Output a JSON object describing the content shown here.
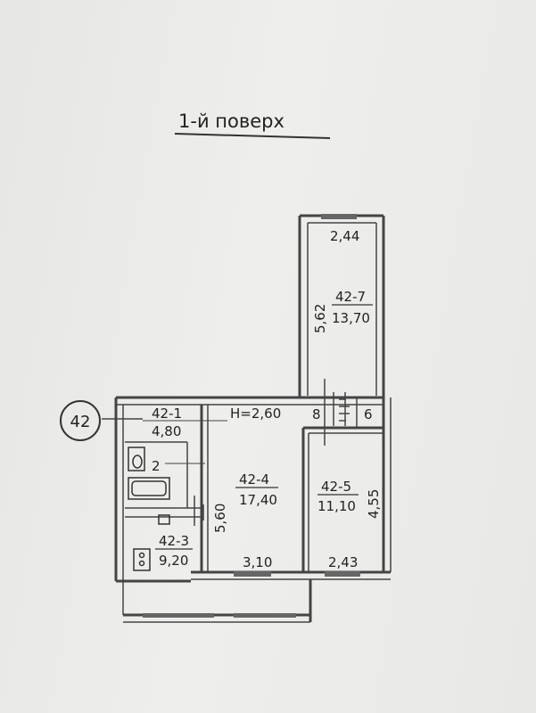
{
  "title": "1-й поверх",
  "apartment_number": "42",
  "height_label": "H=2,60",
  "rooms": [
    {
      "id": "42-7",
      "area": "13,70"
    },
    {
      "id": "42-1",
      "area": "4,80"
    },
    {
      "id": "42-4",
      "area": "17,40"
    },
    {
      "id": "42-5",
      "area": "11,10"
    },
    {
      "id": "42-3",
      "area": "9,20"
    }
  ],
  "room_2_label": "2",
  "dimensions": {
    "top_width": "2,44",
    "top_height": "5,62",
    "mid_height": "5,60",
    "right_height": "4,55",
    "bottom_mid": "3,10",
    "bottom_right": "2,43",
    "small_8": "8",
    "small_6": "6"
  }
}
